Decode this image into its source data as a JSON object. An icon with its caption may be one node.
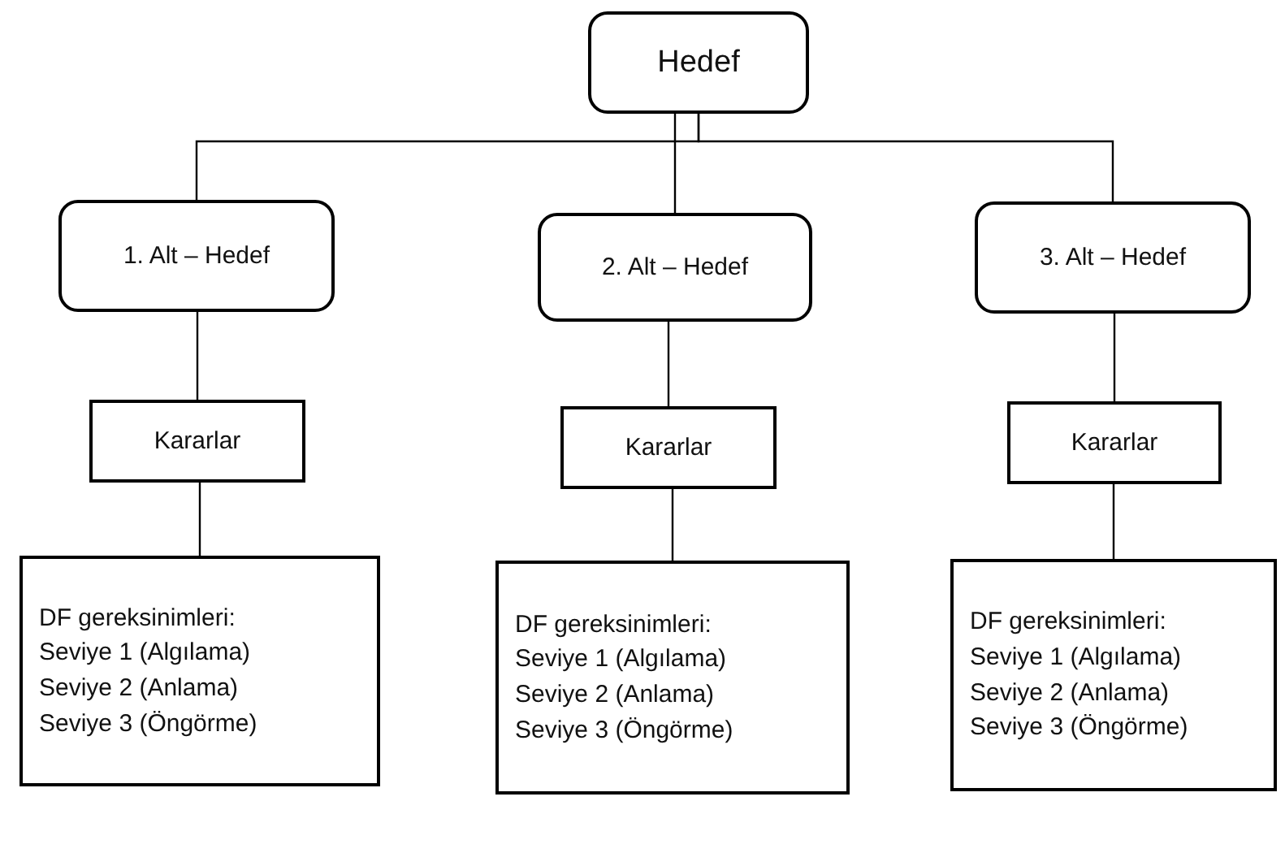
{
  "diagram": {
    "nodes": [
      {
        "text": [
          "Hedef"
        ]
      },
      {
        "text": [
          "1. Alt – Hedef"
        ]
      },
      {
        "text": [
          "2. Alt – Hedef"
        ]
      },
      {
        "text": [
          "3. Alt – Hedef"
        ]
      },
      {
        "text": [
          "Kararlar"
        ]
      },
      {
        "text": [
          "Kararlar"
        ]
      },
      {
        "text": [
          "Kararlar"
        ]
      },
      {
        "text": [
          "DF gereksinimleri:",
          "Seviye 1 (Algılama)",
          "Seviye 2 (Anlama)",
          "Seviye 3 (Öngörme)"
        ]
      },
      {
        "text": [
          "DF gereksinimleri:",
          "Seviye 1 (Algılama)",
          "Seviye 2 (Anlama)",
          "Seviye 3 (Öngörme)"
        ]
      },
      {
        "text": [
          "DF gereksinimleri:",
          "Seviye 1 (Algılama)",
          "Seviye 2 (Anlama)",
          "Seviye 3 (Öngörme)"
        ]
      }
    ],
    "edges": [
      {
        "from": 0,
        "to": 1,
        "arrow": "none"
      },
      {
        "from": 0,
        "to": 2,
        "arrow": "none"
      },
      {
        "from": 0,
        "to": 3,
        "arrow": "none"
      },
      {
        "from": 1,
        "to": 4,
        "arrow": "none"
      },
      {
        "from": 2,
        "to": 5,
        "arrow": "none"
      },
      {
        "from": 3,
        "to": 6,
        "arrow": "none"
      },
      {
        "from": 4,
        "to": 7,
        "arrow": "none"
      },
      {
        "from": 5,
        "to": 8,
        "arrow": "none"
      },
      {
        "from": 6,
        "to": 9,
        "arrow": "none"
      }
    ]
  }
}
